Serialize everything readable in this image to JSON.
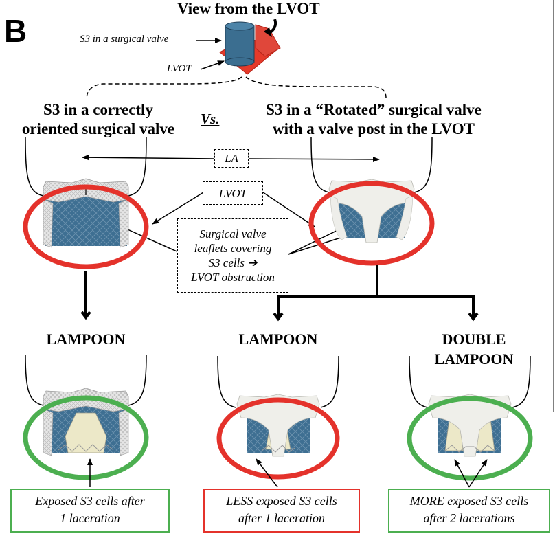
{
  "panel_letter": "B",
  "title": "View from the LVOT",
  "top_labels": {
    "s3_surgical": "S3 in a surgical valve",
    "lvot": "LVOT"
  },
  "headings": {
    "correct": [
      "S3 in a correctly",
      "oriented surgical valve"
    ],
    "vs": "Vs.",
    "rotated": [
      "S3 in a “Rotated” surgical valve",
      "with a valve post in the LVOT"
    ]
  },
  "labels": {
    "la": "LA",
    "lvot": "LVOT",
    "leaflets": [
      "Surgical valve",
      "leaflets covering",
      "S3 cells ➔",
      "LVOT obstruction"
    ]
  },
  "methods": [
    {
      "lines": [
        "LAMPOON"
      ]
    },
    {
      "lines": [
        "LAMPOON"
      ]
    },
    {
      "lines": [
        "DOUBLE",
        "LAMPOON"
      ]
    }
  ],
  "results": [
    {
      "lines": [
        "Exposed S3 cells after",
        "1 laceration"
      ],
      "outcome_color": "#4caf50"
    },
    {
      "lines": [
        "LESS exposed S3 cells",
        "after 1 laceration"
      ],
      "outcome_color": "#e4322b"
    },
    {
      "lines": [
        "MORE exposed S3 cells",
        "after 2 lacerations"
      ],
      "outcome_color": "#4caf50"
    }
  ],
  "colors": {
    "favorable_ring": "#4caf50",
    "obstruction_ring": "#e4322b",
    "s3_cells": "#3e6f92"
  }
}
